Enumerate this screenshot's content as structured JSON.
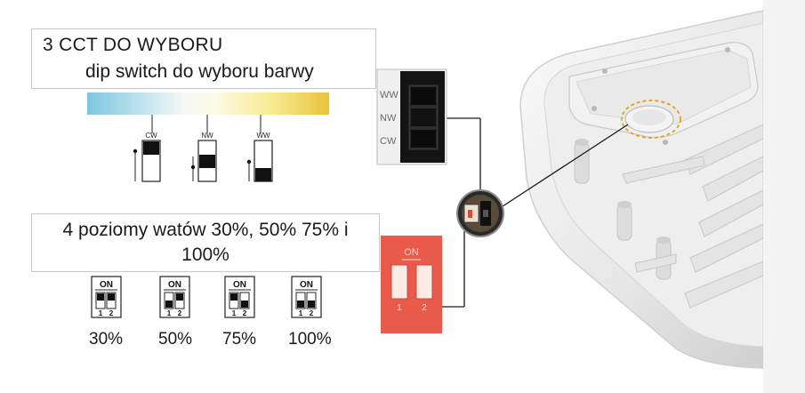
{
  "cct_box": {
    "line1": "3 CCT DO WYBORU",
    "line2": "dip switch do wyboru barwy"
  },
  "cct_options": [
    {
      "label": "CW",
      "position": "top"
    },
    {
      "label": "NW",
      "position": "middle"
    },
    {
      "label": "WW",
      "position": "bottom"
    }
  ],
  "switch_labels": [
    "WW",
    "NW",
    "CW"
  ],
  "watt_box": {
    "line1": "4 poziomy watów 30%, 50% 75% i",
    "line2": "100%"
  },
  "dip_switch": {
    "on_label": "ON",
    "numbers": [
      "1",
      "2"
    ],
    "color": "#e85a4a"
  },
  "watt_options": [
    {
      "label": "30%",
      "sw1": "up",
      "sw2": "up"
    },
    {
      "label": "50%",
      "sw1": "down",
      "sw2": "up"
    },
    {
      "label": "75%",
      "sw1": "up",
      "sw2": "down"
    },
    {
      "label": "100%",
      "sw1": "down",
      "sw2": "down"
    }
  ],
  "mini_switch": {
    "on_label": "ON",
    "numbers": [
      "1",
      "2"
    ]
  },
  "colors": {
    "cold": "#7ec6e0",
    "warm": "#e9c23a",
    "highlight_ring": "#e0a020"
  }
}
